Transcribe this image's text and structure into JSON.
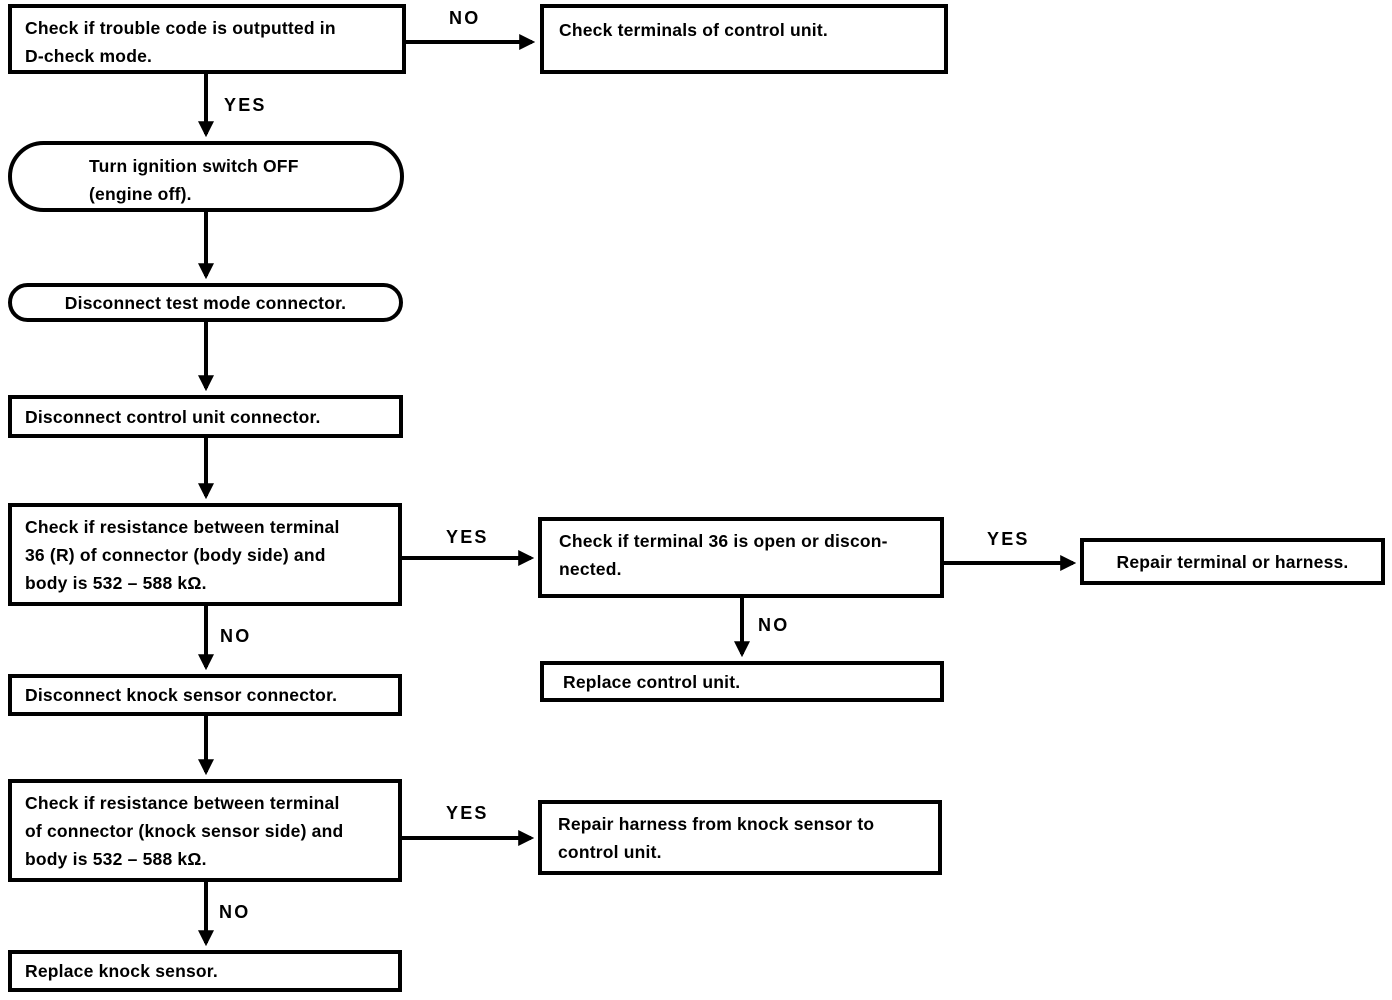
{
  "diagram": {
    "type": "flowchart",
    "subject": "Knock sensor / control unit trouble code diagnosis",
    "nodes": {
      "check_trouble_code": {
        "shape": "process",
        "lines": [
          "Check if trouble code is outputted in",
          "D-check mode."
        ]
      },
      "check_terminals": {
        "shape": "process",
        "lines": [
          "Check terminals of control unit."
        ]
      },
      "turn_ignition_off": {
        "shape": "terminator",
        "lines": [
          "Turn ignition switch OFF",
          "(engine off)."
        ]
      },
      "disconnect_test_mode": {
        "shape": "terminator",
        "lines": [
          "Disconnect test mode connector."
        ]
      },
      "disconnect_control_unit": {
        "shape": "process",
        "lines": [
          "Disconnect control unit connector."
        ]
      },
      "check_resistance_body_side": {
        "shape": "process",
        "lines": [
          "Check if resistance between terminal",
          "36 (R) of connector (body side) and",
          "body is 532 – 588 kΩ."
        ]
      },
      "check_terminal_36": {
        "shape": "process",
        "lines": [
          "Check if terminal 36 is open or discon-",
          "nected."
        ]
      },
      "repair_terminal_or_harness": {
        "shape": "process",
        "lines": [
          "Repair terminal or harness."
        ]
      },
      "replace_control_unit": {
        "shape": "process",
        "lines": [
          "Replace control unit."
        ]
      },
      "disconnect_knock_sensor": {
        "shape": "process",
        "lines": [
          "Disconnect knock sensor connector."
        ]
      },
      "check_resistance_knock_side": {
        "shape": "process",
        "lines": [
          "Check if resistance between terminal",
          "of connector (knock sensor side) and",
          "body is 532 – 588 kΩ."
        ]
      },
      "repair_harness_knock_sensor": {
        "shape": "process",
        "lines": [
          "Repair harness from knock sensor to",
          "control unit."
        ]
      },
      "replace_knock_sensor": {
        "shape": "process",
        "lines": [
          "Replace knock sensor."
        ]
      }
    },
    "edges": [
      {
        "from": "check_trouble_code",
        "to": "check_terminals",
        "label": "NO"
      },
      {
        "from": "check_trouble_code",
        "to": "turn_ignition_off",
        "label": "YES"
      },
      {
        "from": "turn_ignition_off",
        "to": "disconnect_test_mode",
        "label": ""
      },
      {
        "from": "disconnect_test_mode",
        "to": "disconnect_control_unit",
        "label": ""
      },
      {
        "from": "disconnect_control_unit",
        "to": "check_resistance_body_side",
        "label": ""
      },
      {
        "from": "check_resistance_body_side",
        "to": "check_terminal_36",
        "label": "YES"
      },
      {
        "from": "check_terminal_36",
        "to": "repair_terminal_or_harness",
        "label": "YES"
      },
      {
        "from": "check_terminal_36",
        "to": "replace_control_unit",
        "label": "NO"
      },
      {
        "from": "check_resistance_body_side",
        "to": "disconnect_knock_sensor",
        "label": "NO"
      },
      {
        "from": "disconnect_knock_sensor",
        "to": "check_resistance_knock_side",
        "label": ""
      },
      {
        "from": "check_resistance_knock_side",
        "to": "repair_harness_knock_sensor",
        "label": "YES"
      },
      {
        "from": "check_resistance_knock_side",
        "to": "replace_knock_sensor",
        "label": "NO"
      }
    ],
    "colors": {
      "ink": "#000000",
      "paper": "#ffffff"
    }
  }
}
